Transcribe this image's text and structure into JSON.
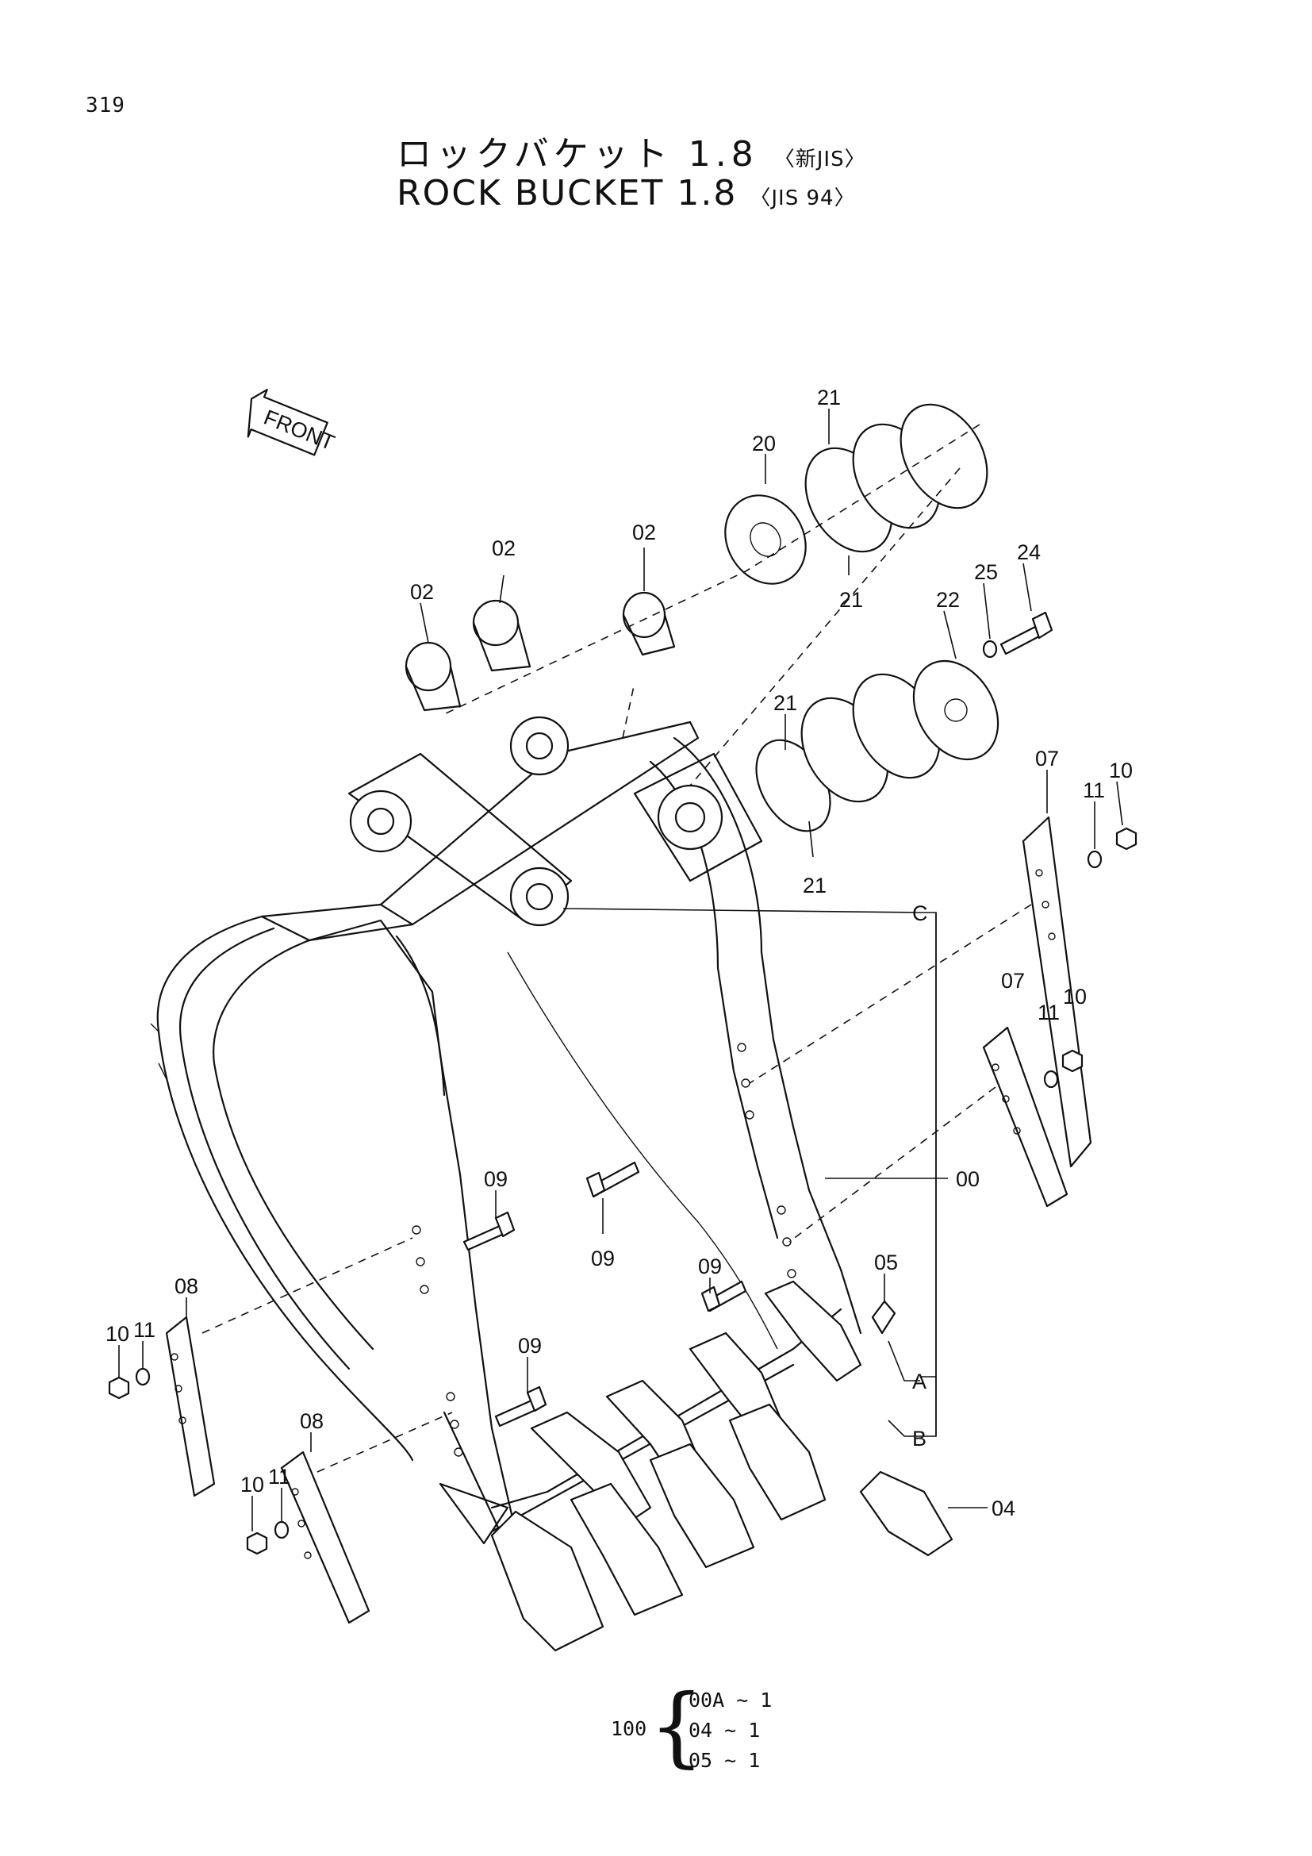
{
  "page_number": "319",
  "title": {
    "jp_main": "ロックバケット 1.8",
    "jp_note": "〈新JIS〉",
    "en_main": "ROCK  BUCKET  1.8",
    "en_note": "〈JIS 94〉"
  },
  "front_label": "FRONT",
  "callouts": {
    "c21_top": "21",
    "c20": "20",
    "c02_a": "02",
    "c02_b": "02",
    "c02_c": "02",
    "c21_mid": "21",
    "c24": "24",
    "c25": "25",
    "c22": "22",
    "c21_left": "21",
    "c21_bottom": "21",
    "c07_top": "07",
    "c11_top": "11",
    "c10_top": "10",
    "cC": "C",
    "c07_mid": "07",
    "c11_mid": "11",
    "c10_mid": "10",
    "c00": "00",
    "c09_a": "09",
    "c09_b": "09",
    "c09_c": "09",
    "c09_d": "09",
    "c05": "05",
    "c08_a": "08",
    "c10_a": "10",
    "c11_a": "11",
    "cA": "A",
    "cB": "B",
    "c08_b": "08",
    "c10_b": "10",
    "c11_b": "11",
    "c04": "04"
  },
  "legend": {
    "assembly": "100",
    "rows": [
      "00A ~ 1",
      "04 ~ 1",
      "05 ~ 1"
    ]
  }
}
